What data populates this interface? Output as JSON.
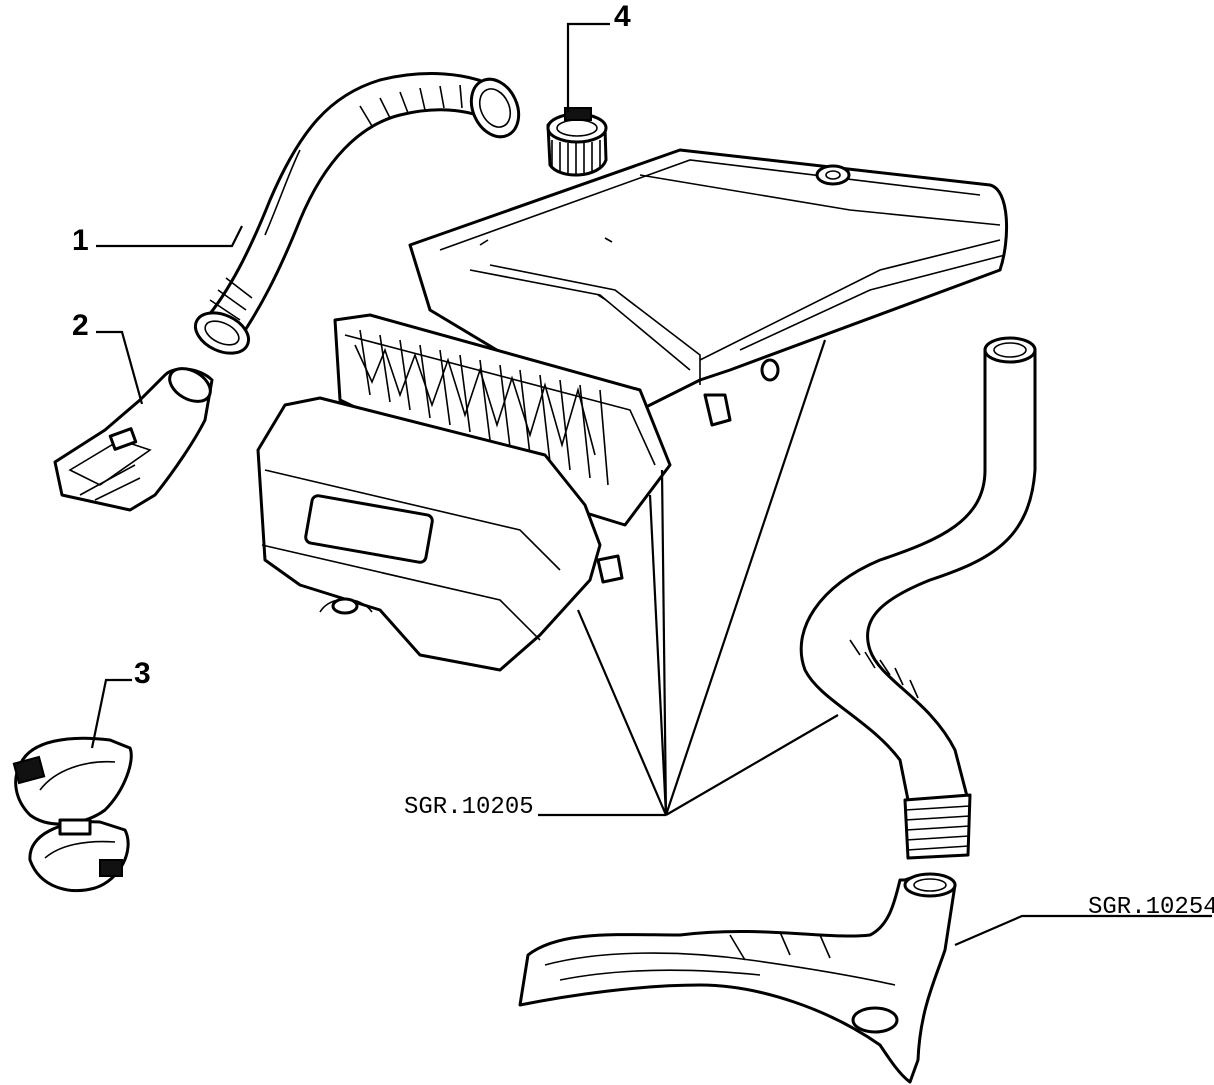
{
  "callouts": {
    "c1": "1",
    "c2": "2",
    "c3": "3",
    "c4": "4"
  },
  "references": {
    "main_group": "SGR.10205",
    "duct_group": "SGR.10254"
  },
  "colors": {
    "ink": "#000000",
    "paper": "#ffffff"
  }
}
